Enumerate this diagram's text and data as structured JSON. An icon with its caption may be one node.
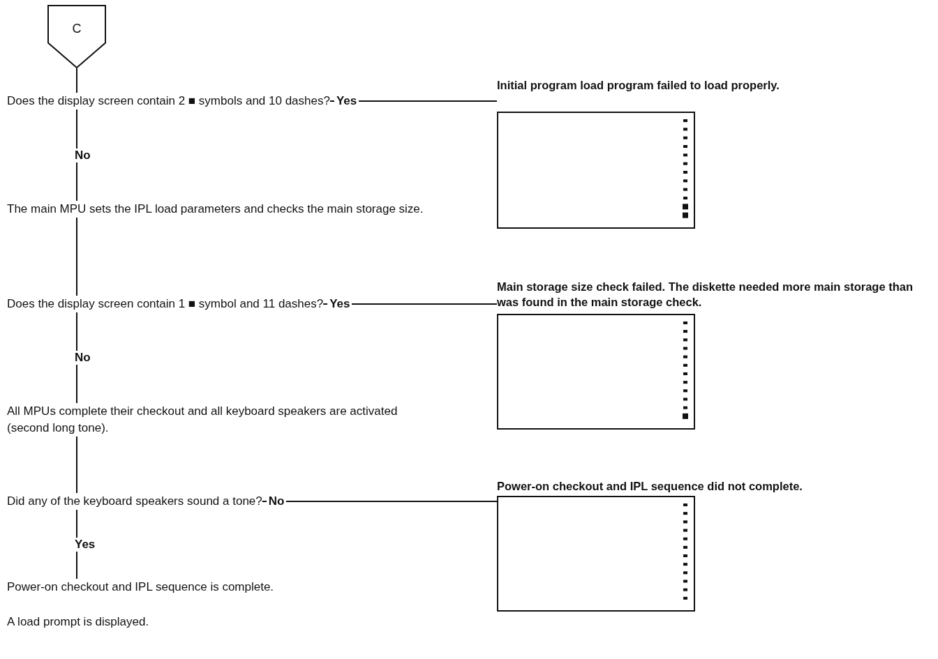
{
  "diagram": {
    "nodes": [
      {
        "text": [
          "C"
        ]
      },
      {
        "text": [
          "Does the display screen contain 2 ■ symbols and 10 dashes?"
        ]
      },
      {
        "text": [
          "Initial program load program failed to load properly."
        ]
      },
      {
        "text": [
          "The main MPU sets the IPL load parameters and checks the main storage size."
        ]
      },
      {
        "text": [
          "Does the display screen contain 1 ■ symbol and 11 dashes?"
        ]
      },
      {
        "text": [
          "Main storage size check failed.  The diskette needed more main storage than was found in the main storage check."
        ]
      },
      {
        "text": [
          "All MPUs complete their checkout and all keyboard speakers are activated (second long tone)."
        ]
      },
      {
        "text": [
          "Did any of the keyboard speakers sound a tone?"
        ]
      },
      {
        "text": [
          "Power-on checkout and IPL sequence did not complete."
        ]
      },
      {
        "text": [
          "Power-on checkout and IPL sequence is complete."
        ]
      }
    ],
    "edges": [
      {
        "from": 0,
        "to": 1,
        "arrow": "none"
      },
      {
        "from": 1,
        "to": 2,
        "arrow": "none",
        "label": "Yes"
      },
      {
        "from": 1,
        "to": 3,
        "arrow": "none",
        "label": "No"
      },
      {
        "from": 3,
        "to": 4,
        "arrow": "none"
      },
      {
        "from": 4,
        "to": 5,
        "arrow": "none",
        "label": "Yes"
      },
      {
        "from": 4,
        "to": 6,
        "arrow": "none",
        "label": "No"
      },
      {
        "from": 6,
        "to": 7,
        "arrow": "none"
      },
      {
        "from": 7,
        "to": 8,
        "arrow": "none",
        "label": "No"
      },
      {
        "from": 7,
        "to": 9,
        "arrow": "none",
        "label": "Yes"
      }
    ],
    "labels": [
      "A load prompt is displayed."
    ]
  }
}
